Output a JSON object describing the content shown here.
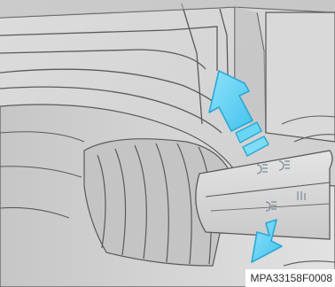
{
  "figure": {
    "reference_code": "MPA33158F0008",
    "colors": {
      "background": "#d5d5d5",
      "line": "#5a5a5a",
      "arrow": "#5fd0f2",
      "arrow_dark": "#2aa8d6"
    },
    "arrows": [
      {
        "name": "arrow-up-icon",
        "direction": "up-left"
      },
      {
        "name": "arrow-down-icon",
        "direction": "down-left"
      }
    ]
  }
}
